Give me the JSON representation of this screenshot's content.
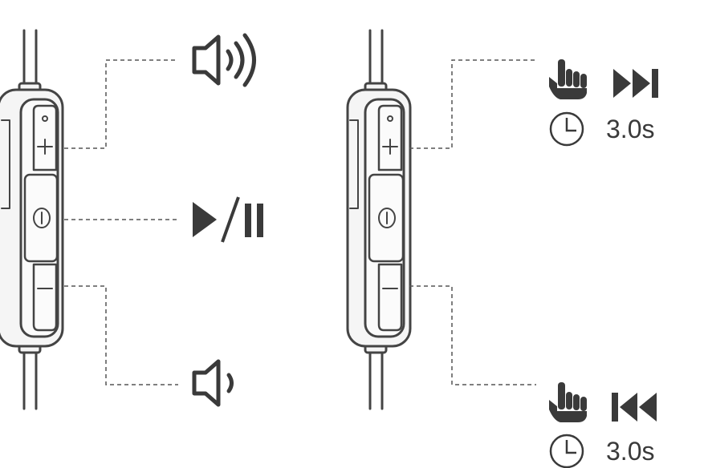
{
  "colors": {
    "line": "#444444",
    "icon": "#3a3a3a",
    "fill": "#f5f5f5",
    "leader": "#555555"
  },
  "remote_left": {
    "buttons": [
      "volume-up",
      "play-pause",
      "volume-down"
    ],
    "symbols": [
      "+",
      "−"
    ]
  },
  "remote_right": {
    "buttons": [
      "next-track",
      "previous-track"
    ],
    "symbols": [
      "+",
      "−"
    ]
  },
  "actions": {
    "volume_up_icon": "speaker-loud-icon",
    "play_pause_icon": "play-pause-icon",
    "volume_down_icon": "speaker-quiet-icon",
    "next_icon": "skip-next-icon",
    "prev_icon": "skip-previous-icon",
    "press_icon": "hand-press-icon",
    "timer_icon": "clock-icon"
  },
  "next_track": {
    "hold_time": "3.0s"
  },
  "previous_track": {
    "hold_time": "3.0s"
  }
}
